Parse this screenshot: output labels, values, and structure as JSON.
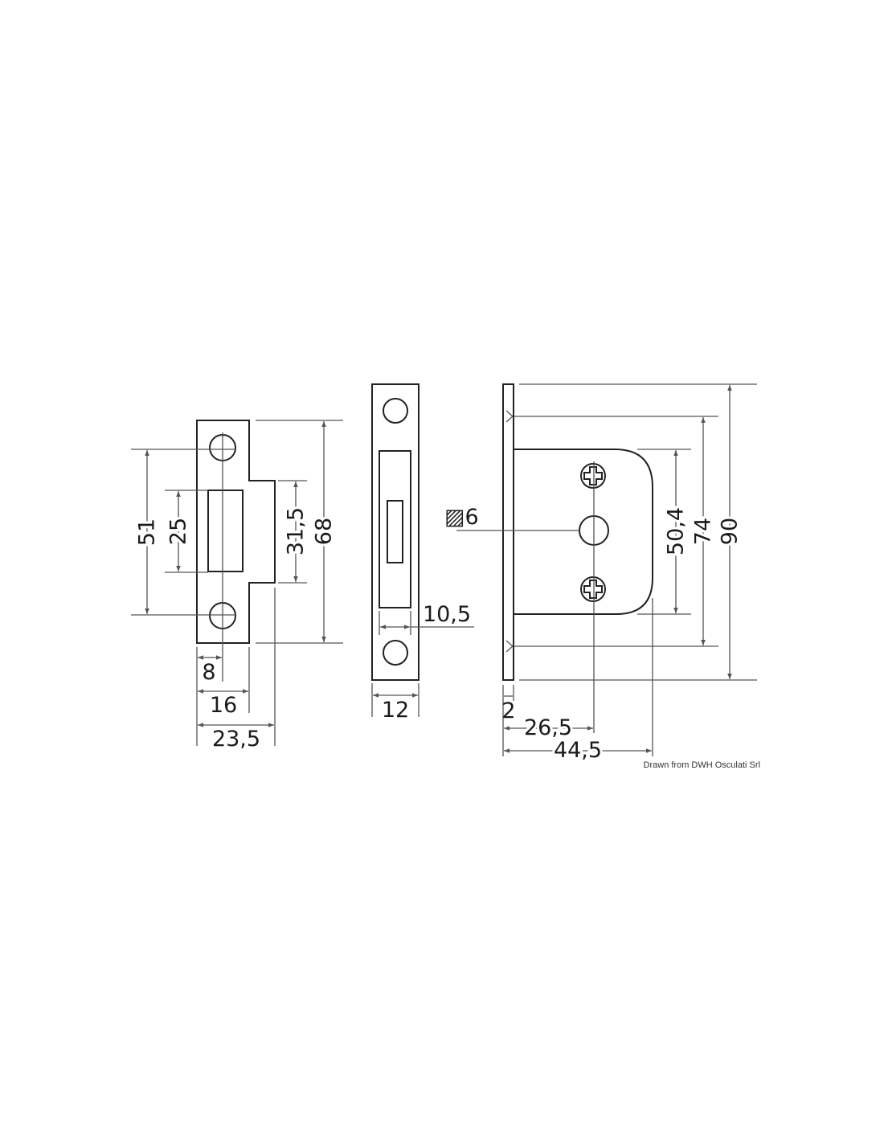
{
  "colors": {
    "outline": "#222222",
    "dimension": "#555555",
    "background": "#ffffff"
  },
  "strike_plate": {
    "height": "51",
    "slot_height": "25",
    "tab_height": "31,5",
    "overall_height": "68",
    "hole_offset": "8",
    "plate_width": "16",
    "overall_width": "23,5"
  },
  "front_plate": {
    "bolt_width": "10,5",
    "plate_width": "12"
  },
  "lock_body": {
    "square_spindle": "▨6",
    "screw_spacing": "50,4",
    "fixing_spacing": "74",
    "plate_height": "90",
    "plate_thickness": "2",
    "backset": "26,5",
    "body_depth": "44,5",
    "screw_icon": "phillips-screw-icon"
  },
  "credit": "Drawn from DWH Osculati Srl"
}
